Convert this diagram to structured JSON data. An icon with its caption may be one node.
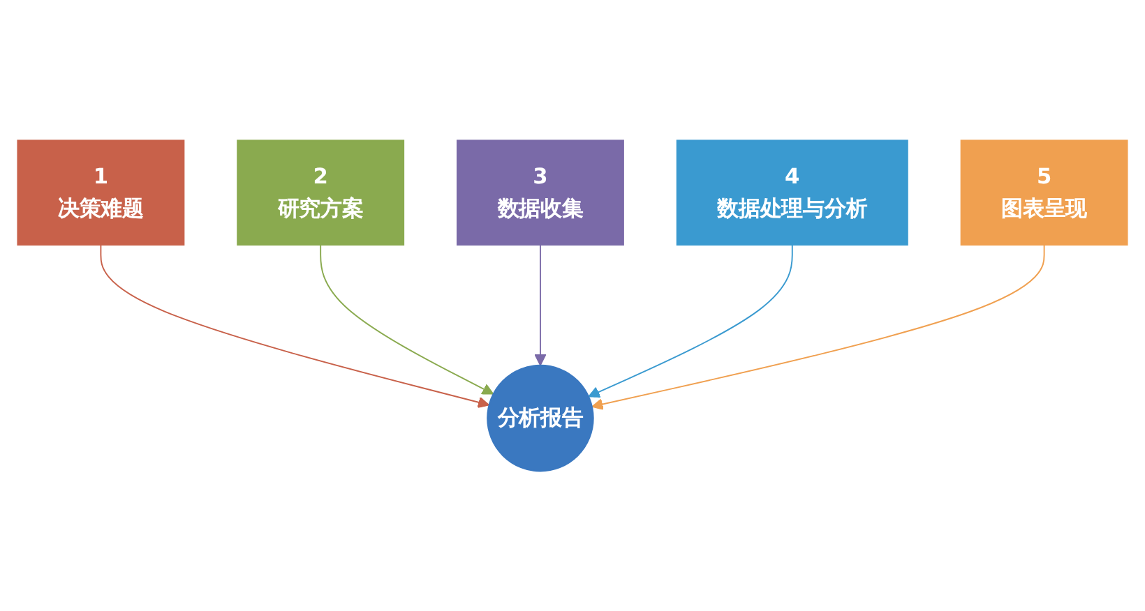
{
  "diagram": {
    "nodes": [
      {
        "text": [
          "3",
          "数据收集"
        ]
      },
      {
        "text": [
          "2",
          "研究方案"
        ]
      },
      {
        "text": [
          "4",
          "数据处理与分析"
        ]
      },
      {
        "text": [
          "1",
          "决策难题"
        ]
      },
      {
        "text": [
          "分析报告"
        ]
      },
      {
        "text": [
          "5",
          "图表呈现"
        ]
      }
    ],
    "edges": [
      {
        "from": 3,
        "to": 4,
        "arrow": "to",
        "color": "#c8614a"
      },
      {
        "from": 1,
        "to": 4,
        "arrow": "to",
        "color": "#8aaa4f"
      },
      {
        "from": 0,
        "to": 4,
        "arrow": "to",
        "color": "#7a6aa8"
      },
      {
        "from": 2,
        "to": 4,
        "arrow": "to",
        "color": "#3a9ad0"
      },
      {
        "from": 5,
        "to": 4,
        "arrow": "to",
        "color": "#f0a050"
      }
    ]
  }
}
